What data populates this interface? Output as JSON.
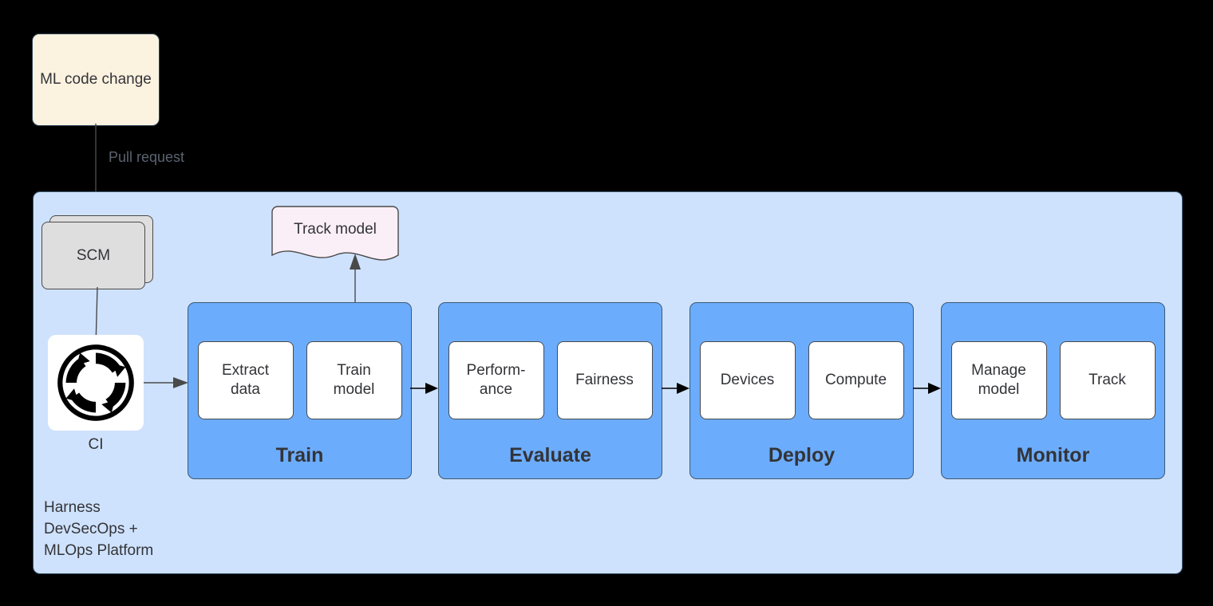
{
  "diagram": {
    "source_node": {
      "label": "ML code change",
      "fill": "#fcf2e0",
      "stroke": "#2f4858"
    },
    "pull_request_edge": {
      "label": "Pull request",
      "color": "#5b6370"
    },
    "platform": {
      "caption": "Harness\nDevSecOps +\nMLOps Platform",
      "fill": "#cfe2fd",
      "stroke": "#3b5a72"
    },
    "scm": {
      "label": "SCM",
      "fill": "#dededf",
      "stroke": "#4a4a4a",
      "shape": "stacked-rect"
    },
    "ci": {
      "label": "CI",
      "icon": "continuous-integration-arrows-icon",
      "fill": "#ffffff"
    },
    "track_model_note": {
      "label": "Track model",
      "fill": "#fbeff7",
      "stroke": "#4a4a4a",
      "shape": "document-wave"
    },
    "stage_fill": "#6cacfc",
    "stage_stroke": "#3b5a72",
    "subnode_fill": "#ffffff",
    "subnode_stroke": "#4a4a4a",
    "stages": [
      {
        "title": "Train",
        "subnodes": [
          "Extract\ndata",
          "Train\nmodel"
        ]
      },
      {
        "title": "Evaluate",
        "subnodes": [
          "Perform-\nance",
          "Fairness"
        ]
      },
      {
        "title": "Deploy",
        "subnodes": [
          "Devices",
          "Compute"
        ]
      },
      {
        "title": "Monitor",
        "subnodes": [
          "Manage\nmodel",
          "Track"
        ]
      }
    ]
  }
}
